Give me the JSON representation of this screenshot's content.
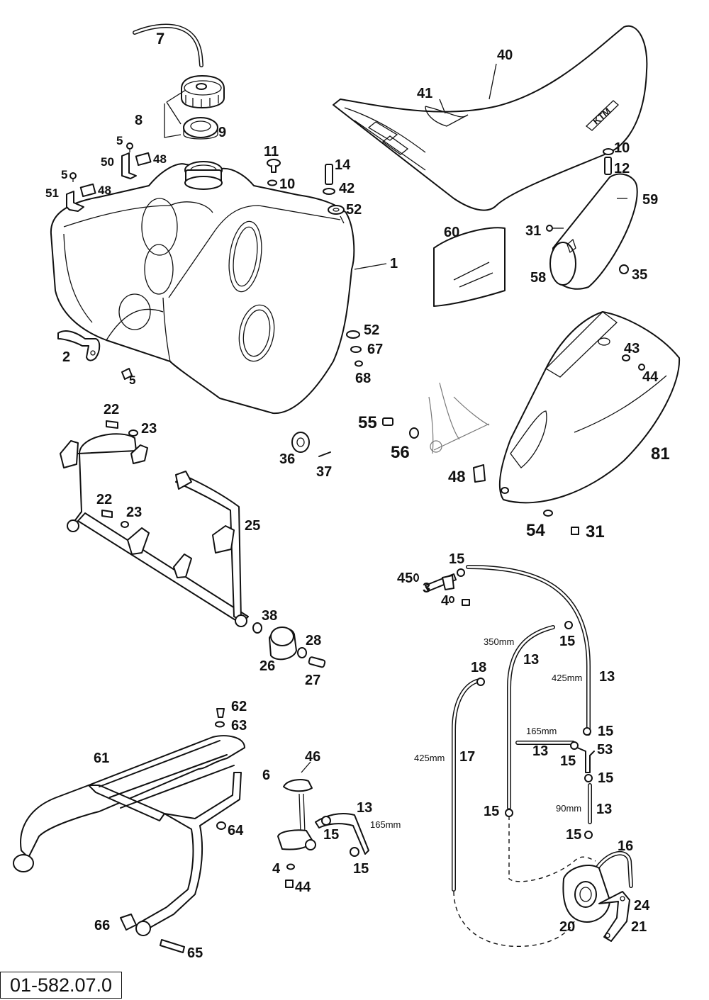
{
  "ref_number": "01-582.07.0",
  "brand_mark": "KTM",
  "callouts": {
    "c1": "1",
    "c2": "2",
    "c3": "3",
    "c4a": "4",
    "c4b": "4",
    "c5a": "5",
    "c5b": "5",
    "c5c": "5",
    "c6": "6",
    "c7": "7",
    "c8": "8",
    "c9": "9",
    "c10a": "10",
    "c10b": "10",
    "c11": "11",
    "c12": "12",
    "c13a": "13",
    "c13b": "13",
    "c13c": "13",
    "c13d": "13",
    "c13e": "13",
    "c14": "14",
    "c15a": "15",
    "c15b": "15",
    "c15c": "15",
    "c15d": "15",
    "c15e": "15",
    "c15f": "15",
    "c15g": "15",
    "c15h": "15",
    "c15i": "15",
    "c16": "16",
    "c17": "17",
    "c18": "18",
    "c20": "20",
    "c21": "21",
    "c22a": "22",
    "c22b": "22",
    "c23a": "23",
    "c23b": "23",
    "c24": "24",
    "c25": "25",
    "c26": "26",
    "c27": "27",
    "c28": "28",
    "c31a": "31",
    "c31b": "31",
    "c35": "35",
    "c36": "36",
    "c37": "37",
    "c38": "38",
    "c40": "40",
    "c41": "41",
    "c42": "42",
    "c43": "43",
    "c44a": "44",
    "c44b": "44",
    "c45": "45",
    "c46": "46",
    "c48a": "48",
    "c48b": "48",
    "c48c": "48",
    "c50": "50",
    "c51": "51",
    "c52a": "52",
    "c52b": "52",
    "c53": "53",
    "c54": "54",
    "c55": "55",
    "c56": "56",
    "c58": "58",
    "c59": "59",
    "c60": "60",
    "c61": "61",
    "c62": "62",
    "c63": "63",
    "c64": "64",
    "c65": "65",
    "c66": "66",
    "c67": "67",
    "c68": "68",
    "c81": "81"
  },
  "dimensions": {
    "d350": "350mm",
    "d425a": "425mm",
    "d425b": "425mm",
    "d165a": "165mm",
    "d165b": "165mm",
    "d90": "90mm"
  }
}
